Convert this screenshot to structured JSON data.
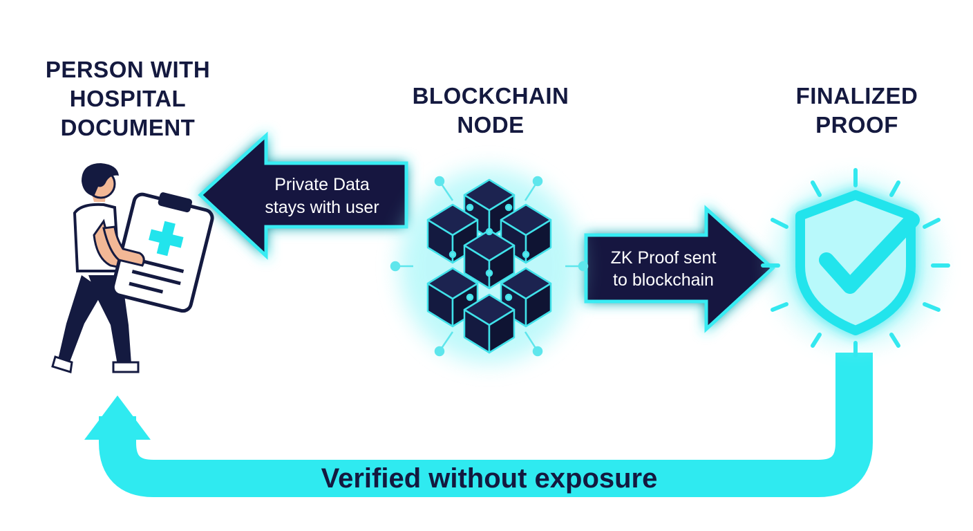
{
  "headings": {
    "person": [
      "PERSON WITH",
      "HOSPITAL",
      "DOCUMENT"
    ],
    "blockchain": [
      "BLOCKCHAIN",
      "NODE"
    ],
    "proof": [
      "FINALIZED",
      "PROOF"
    ]
  },
  "arrows": {
    "private_data": [
      "Private Data",
      "stays with user"
    ],
    "zk_proof": [
      "ZK Proof sent",
      "to blockchain"
    ],
    "return_loop": "Verified without exposure"
  },
  "colors": {
    "navy": "#141a40",
    "cyan": "#1ee6ee",
    "glow": "#7ff3f6",
    "skin": "#f2b896"
  }
}
